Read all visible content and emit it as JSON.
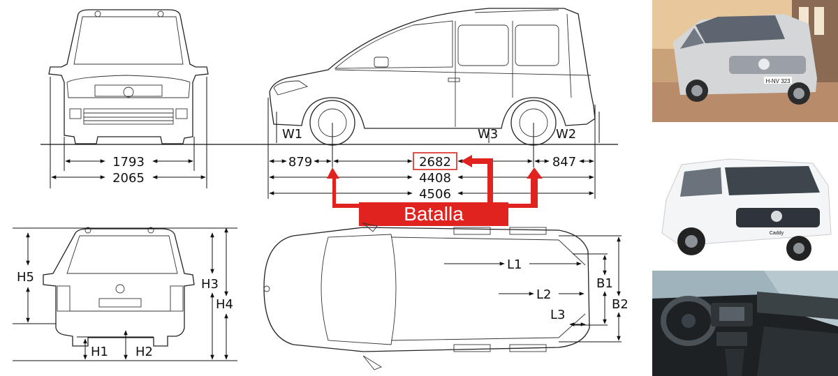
{
  "dimensions": {
    "front_track": "1793",
    "front_width": "2065",
    "front_overhang": "879",
    "wheelbase": "2682",
    "rear_overhang": "847",
    "length_a": "4408",
    "length_b": "4506"
  },
  "labels": {
    "w1": "W1",
    "w2": "W2",
    "w3": "W3",
    "h1": "H1",
    "h2": "H2",
    "h3": "H3",
    "h4": "H4",
    "h5": "H5",
    "l1": "L1",
    "l2": "L2",
    "l3": "L3",
    "b1": "B1",
    "b2": "B2"
  },
  "callout": {
    "text": "Batalla"
  },
  "plates": {
    "side": "H-NV 323",
    "badge": "Caddy"
  },
  "colors": {
    "callout_red": "#e0231e",
    "line": "#222222",
    "box_red": "#d9241c"
  },
  "photos": [
    "silver-van-street-photo",
    "white-van-studio-photo",
    "dashboard-interior-photo"
  ]
}
